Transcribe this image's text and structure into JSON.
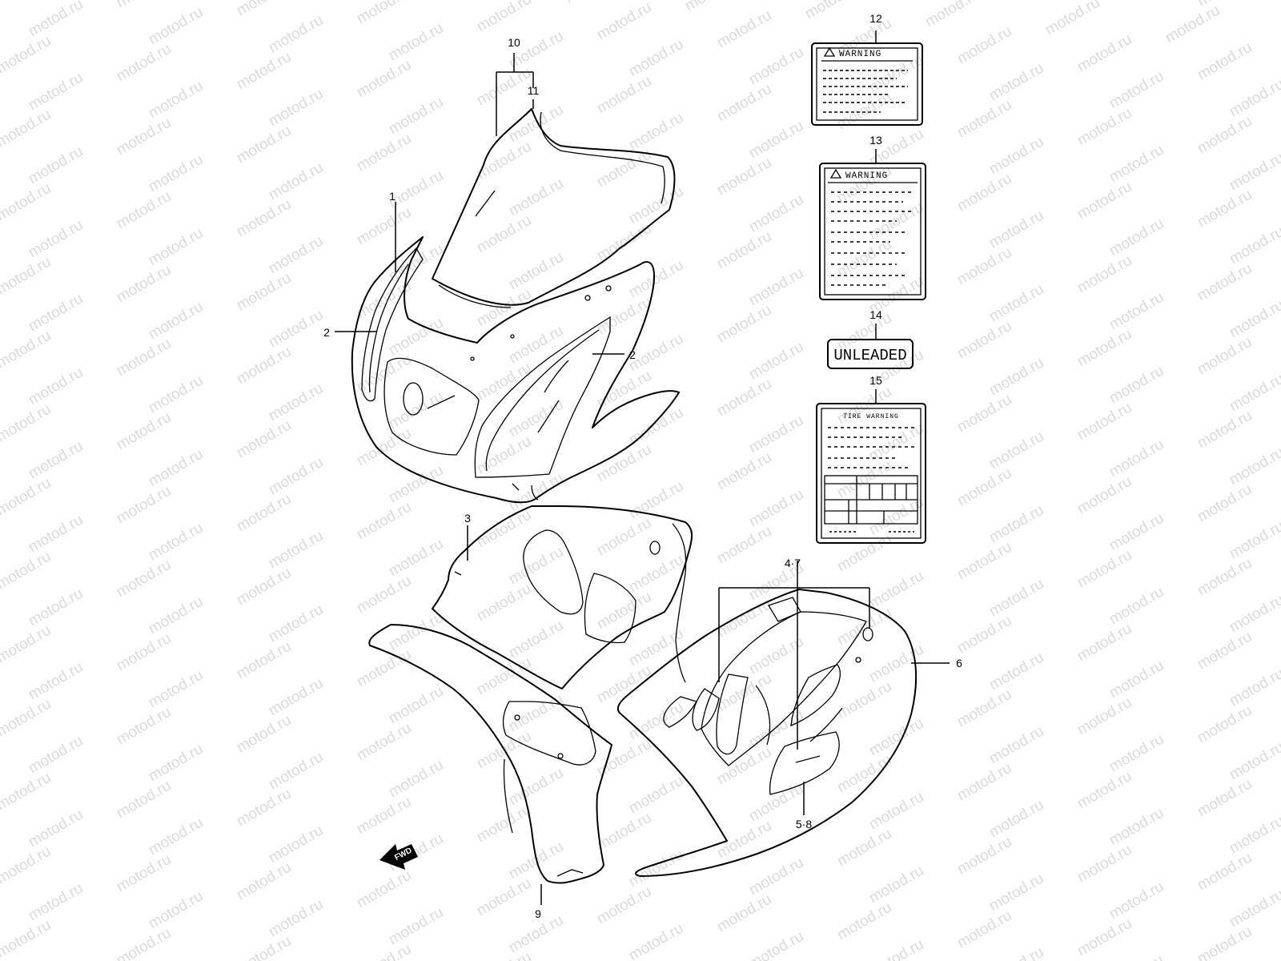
{
  "watermark": "motod.ru",
  "callouts": {
    "c1": "1",
    "c2a": "2",
    "c2b": "2",
    "c3": "3",
    "c47": "4·7",
    "c58": "5·8",
    "c6": "6",
    "c9": "9",
    "c10": "10",
    "c11": "11",
    "c12": "12",
    "c13": "13",
    "c14": "14",
    "c15": "15"
  },
  "labels": {
    "warning_12": "WARNING",
    "warning_13": "WARNING",
    "unleaded": "UNLEADED",
    "tire_warning": "TIRE WARNING",
    "fwd": "FWD"
  }
}
